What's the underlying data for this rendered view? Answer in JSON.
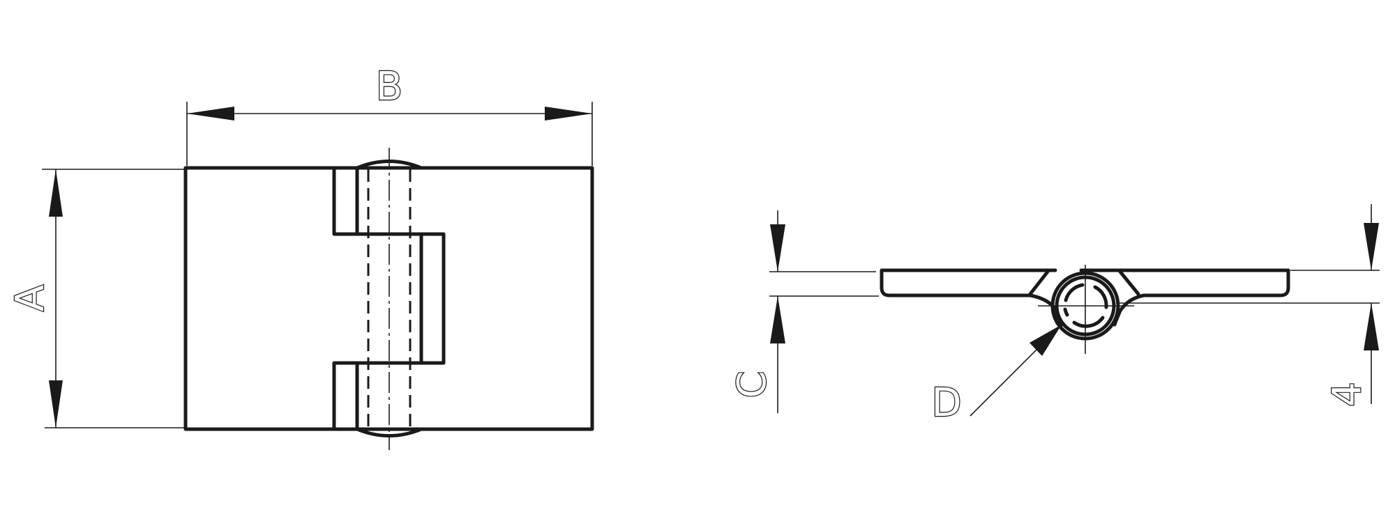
{
  "dimensions": {
    "A": "A",
    "B": "B",
    "C": "C",
    "D": "D",
    "thickness": "4"
  },
  "colors": {
    "line": "#1a1a1a",
    "background": "#ffffff"
  }
}
